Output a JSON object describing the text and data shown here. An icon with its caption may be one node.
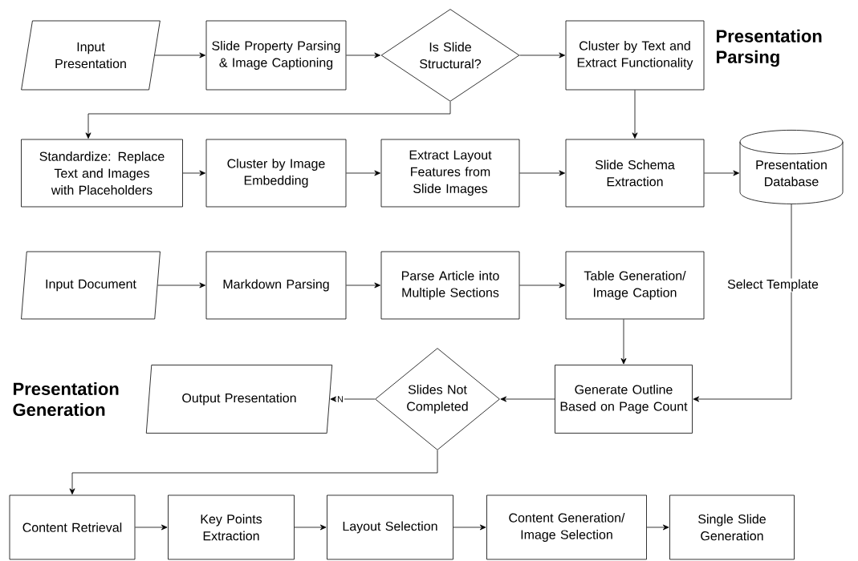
{
  "diagram": {
    "nodes": [
      {
        "text": [
          "Input Presentation"
        ]
      },
      {
        "text": [
          "Slide Property Parsing & Image Captioning"
        ]
      },
      {
        "text": [
          "Is Slide Structural?"
        ]
      },
      {
        "text": [
          "Cluster by Text and Extract Functionality"
        ]
      },
      {
        "text": [
          "Standardize: Replace Text and Images with Placeholders"
        ]
      },
      {
        "text": [
          "Cluster by Image Embedding"
        ]
      },
      {
        "text": [
          "Extract Layout Features from Slide Images"
        ]
      },
      {
        "text": [
          "Slide Schema Extraction"
        ]
      },
      {
        "text": [
          "Presentation Database"
        ]
      },
      {
        "text": [
          "Input Document"
        ]
      },
      {
        "text": [
          "Markdown Parsing"
        ]
      },
      {
        "text": [
          "Parse Article into Multiple Sections"
        ]
      },
      {
        "text": [
          "Table Generation/ Image Caption"
        ]
      },
      {
        "text": [
          "Generate Outline Based on Page Count"
        ]
      },
      {
        "text": [
          "Slides Not Completed"
        ]
      },
      {
        "text": [
          "Output Presentation"
        ]
      },
      {
        "text": [
          "Content Retrieval"
        ]
      },
      {
        "text": [
          "Key Points Extraction"
        ]
      },
      {
        "text": [
          "Layout Selection"
        ]
      },
      {
        "text": [
          "Content Generation/ Image Selection"
        ]
      },
      {
        "text": [
          "Single Slide Generation"
        ]
      }
    ],
    "edges": [
      {
        "from": 0,
        "to": 1,
        "arrow": "to"
      },
      {
        "from": 1,
        "to": 2,
        "arrow": "to"
      },
      {
        "from": 2,
        "to": 3,
        "arrow": "to"
      },
      {
        "from": 2,
        "to": 4,
        "arrow": "to"
      },
      {
        "from": 3,
        "to": 7,
        "arrow": "to"
      },
      {
        "from": 4,
        "to": 5,
        "arrow": "to"
      },
      {
        "from": 5,
        "to": 6,
        "arrow": "to"
      },
      {
        "from": 6,
        "to": 7,
        "arrow": "to"
      },
      {
        "from": 7,
        "to": 8,
        "arrow": "to"
      },
      {
        "from": 8,
        "to": 13,
        "arrow": "to",
        "label": "Select Template"
      },
      {
        "from": 9,
        "to": 10,
        "arrow": "to"
      },
      {
        "from": 10,
        "to": 11,
        "arrow": "to"
      },
      {
        "from": 11,
        "to": 12,
        "arrow": "to"
      },
      {
        "from": 12,
        "to": 13,
        "arrow": "to"
      },
      {
        "from": 13,
        "to": 14,
        "arrow": "to"
      },
      {
        "from": 14,
        "to": 15,
        "arrow": "to",
        "label": "N"
      },
      {
        "from": 14,
        "to": 16,
        "arrow": "to"
      },
      {
        "from": 16,
        "to": 17,
        "arrow": "to"
      },
      {
        "from": 17,
        "to": 18,
        "arrow": "to"
      },
      {
        "from": 18,
        "to": 19,
        "arrow": "to"
      },
      {
        "from": 19,
        "to": 20,
        "arrow": "to"
      }
    ],
    "labels": [
      "Presentation Parsing",
      "Presentation Generation"
    ]
  }
}
